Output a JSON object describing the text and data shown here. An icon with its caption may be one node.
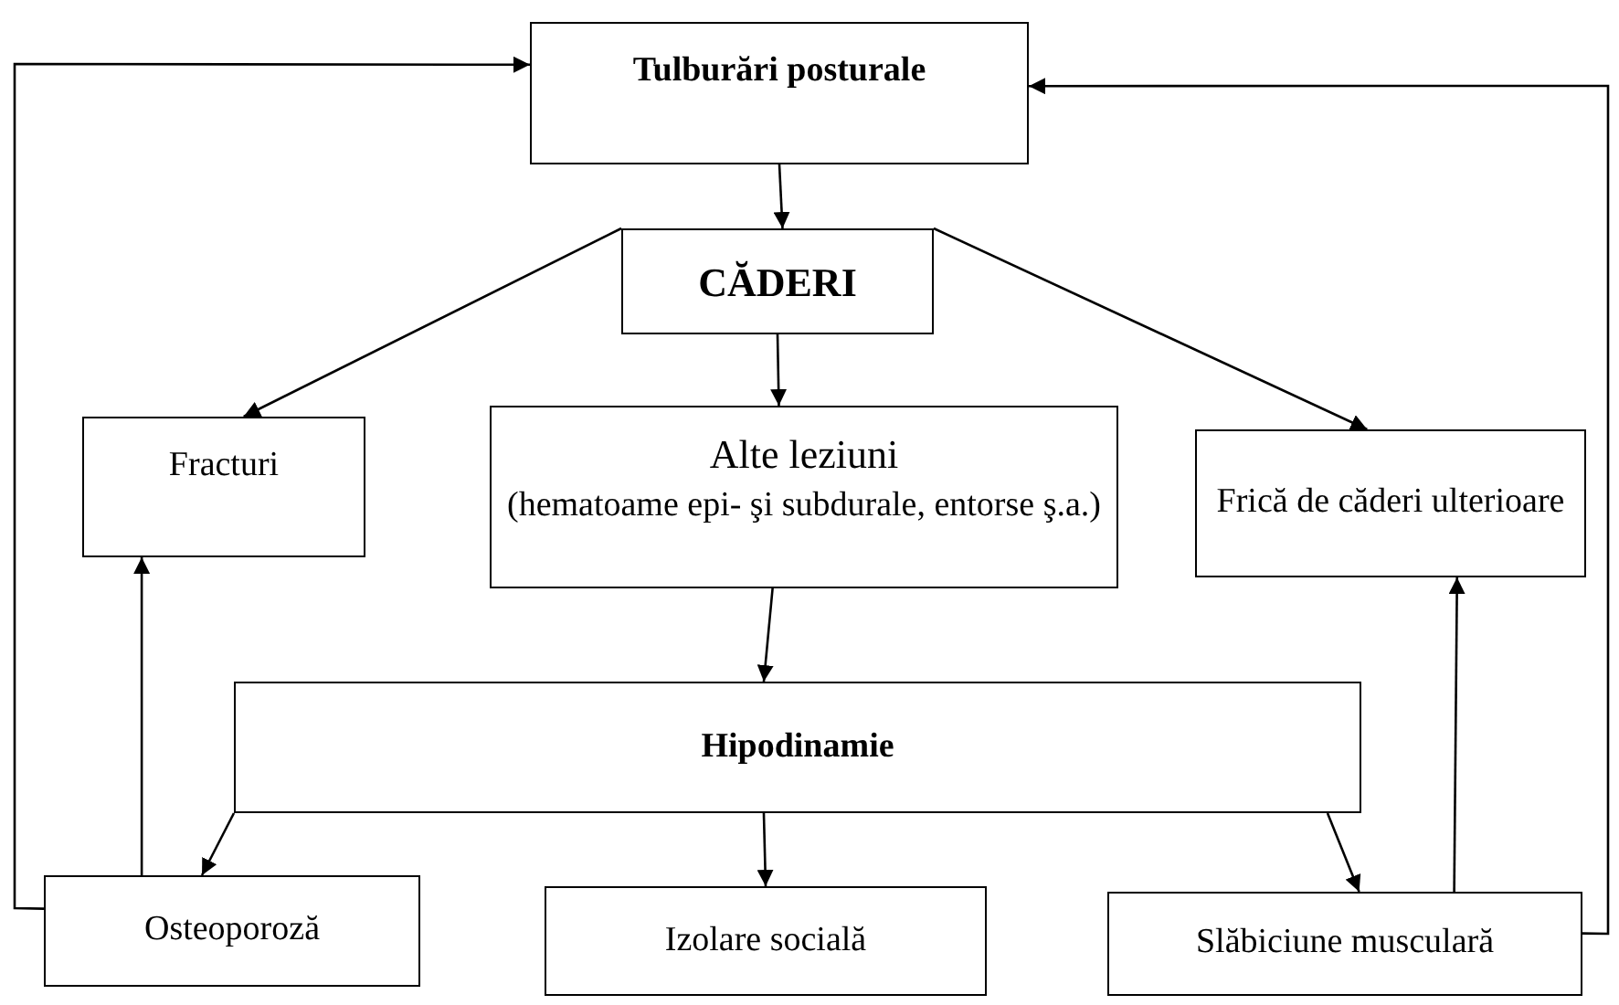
{
  "diagram": {
    "nodes": [
      {
        "text": [
          "Tulburări posturale"
        ]
      },
      {
        "text": [
          "CĂDERI"
        ]
      },
      {
        "text": [
          "Fracturi"
        ]
      },
      {
        "text": [
          "Alte leziuni",
          "(hematoame epi- şi subdurale, entorse ş.a.)"
        ]
      },
      {
        "text": [
          "Frică de căderi ulterioare"
        ]
      },
      {
        "text": [
          "Hipodinamie"
        ]
      },
      {
        "text": [
          "Osteoporoză"
        ]
      },
      {
        "text": [
          "Izolare socială"
        ]
      },
      {
        "text": [
          "Slăbiciune musculară"
        ]
      }
    ],
    "edges": [
      {
        "from": 0,
        "to": 1,
        "arrow": "to"
      },
      {
        "from": 1,
        "to": 2,
        "arrow": "to"
      },
      {
        "from": 1,
        "to": 3,
        "arrow": "to"
      },
      {
        "from": 1,
        "to": 4,
        "arrow": "to"
      },
      {
        "from": 3,
        "to": 5,
        "arrow": "to"
      },
      {
        "from": 5,
        "to": 6,
        "arrow": "to"
      },
      {
        "from": 5,
        "to": 7,
        "arrow": "to"
      },
      {
        "from": 5,
        "to": 8,
        "arrow": "to"
      },
      {
        "from": 6,
        "to": 2,
        "arrow": "to"
      },
      {
        "from": 8,
        "to": 4,
        "arrow": "to"
      },
      {
        "from": 6,
        "to": 0,
        "arrow": "to"
      },
      {
        "from": 8,
        "to": 0,
        "arrow": "to"
      }
    ]
  }
}
